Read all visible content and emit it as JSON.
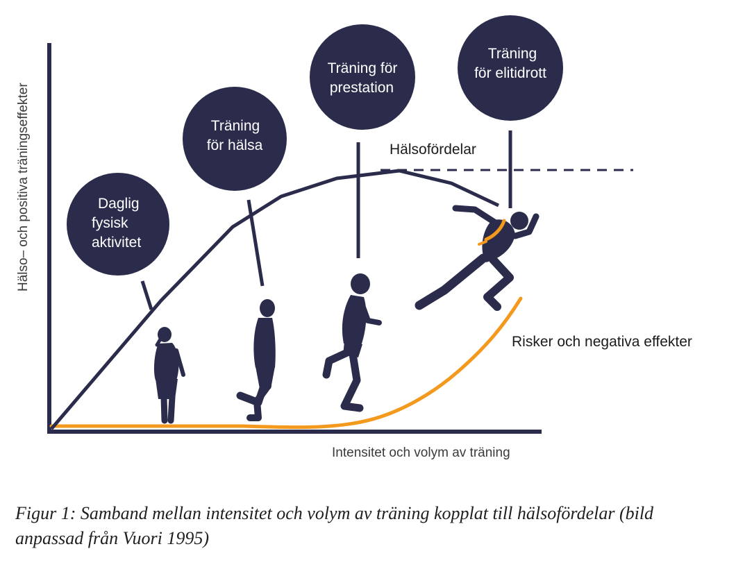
{
  "colors": {
    "navy": "#2b2c4b",
    "orange": "#f39a1e",
    "text": "#1b1b1b",
    "axis_text": "#3a3a3a"
  },
  "axes": {
    "y_label": "Hälso– och positiva träningseffekter",
    "x_label": "Intensitet och volym av träning"
  },
  "curves": {
    "benefit_label": "Hälsofördelar",
    "risk_label": "Risker och negativa effekter"
  },
  "circles": [
    {
      "line1": "Daglig",
      "line2": "fysisk",
      "line3": "aktivitet"
    },
    {
      "line1": "Träning",
      "line2": "för hälsa"
    },
    {
      "line1": "Träning för",
      "line2": "prestation"
    },
    {
      "line1": "Träning",
      "line2": "för elitidrott"
    }
  ],
  "figures": [
    "standing-person-icon",
    "walking-person-icon",
    "jogging-person-icon",
    "sprinting-person-icon"
  ],
  "caption": "Figur 1: Samband mellan intensitet och volym av träning kopplat till hälsofördelar (bild anpassad från Vuori 1995)"
}
